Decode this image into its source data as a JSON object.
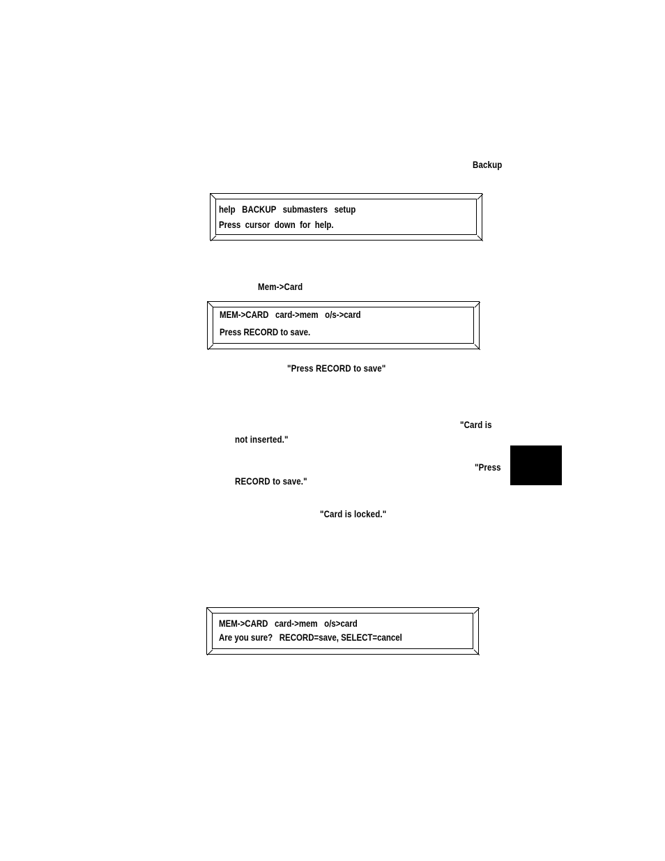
{
  "colors": {
    "ink": "#000000",
    "paper": "#ffffff",
    "tab": "#000000"
  },
  "text": {
    "backup_label": "Backup",
    "mem_card_label": "Mem->Card",
    "press_record_quote": "\"Press RECORD to save\"",
    "card_is_a": "\"Card is",
    "card_is_b": "not inserted.\"",
    "press_a": "\"Press",
    "press_b": "RECORD to save.\"",
    "card_locked": "\"Card is locked.\""
  },
  "displays": [
    {
      "line1": "help   BACKUP   submasters   setup",
      "line2": "Press  cursor  down  for  help."
    },
    {
      "line1": "MEM->CARD   card->mem   o/s->card",
      "line2": "Press RECORD to save."
    },
    {
      "line1": "MEM->CARD   card->mem   o/s>card",
      "line2": "Are you sure?   RECORD=save, SELECT=cancel"
    }
  ],
  "side_tab": {
    "color": "#000000"
  }
}
